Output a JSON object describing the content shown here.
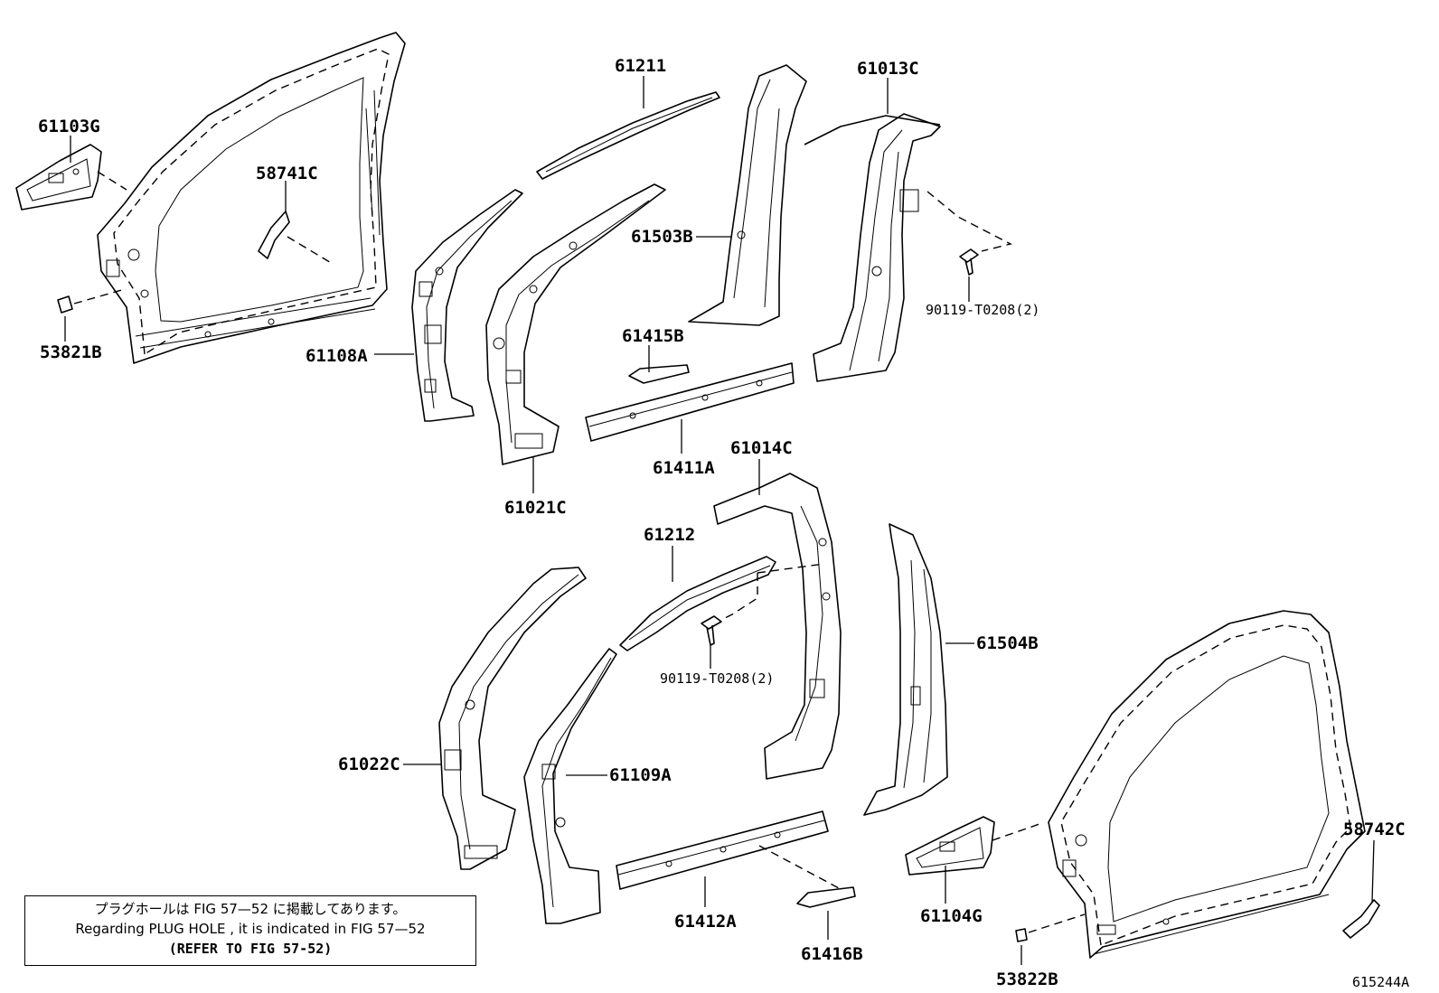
{
  "labels": {
    "p61103G": "61103G",
    "p58741C": "58741C",
    "p53821B": "53821B",
    "p61211": "61211",
    "p61108A": "61108A",
    "p61503B": "61503B",
    "p61013C": "61013C",
    "p90119a": "90119-T0208(2)",
    "p61415B": "61415B",
    "p61411A": "61411A",
    "p61021C": "61021C",
    "p61014C": "61014C",
    "p61212": "61212",
    "p90119b": "90119-T0208(2)",
    "p61504B": "61504B",
    "p61022C": "61022C",
    "p61109A": "61109A",
    "p58742C": "58742C",
    "p61412A": "61412A",
    "p61416B": "61416B",
    "p61104G": "61104G",
    "p53822B": "53822B",
    "figure_id": "615244A"
  },
  "note": {
    "line1": "プラグホールは FIG  57—52 に掲載してあります。",
    "line2": "Regarding  PLUG  HOLE , it is indicated in  FIG  57—52",
    "line3": "(REFER  TO  FIG  57-52)"
  }
}
